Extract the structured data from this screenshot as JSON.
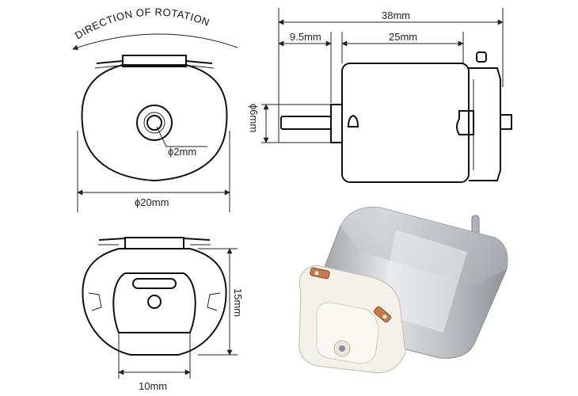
{
  "front_view": {
    "rotation_label": "DIRECTION OF ROTATION",
    "shaft_dia": "ϕ2mm",
    "body_dia": "ϕ20mm"
  },
  "side_view": {
    "overall_length": "38mm",
    "shaft_length": "9.5mm",
    "body_length": "25mm",
    "boss_dia": "ϕ6mm"
  },
  "rear_view": {
    "height": "15mm",
    "width": "10mm"
  },
  "photo": {
    "subject": "DC motor"
  },
  "colors": {
    "line": "#111111",
    "metal": "#c9cccf",
    "plastic": "#f4f1ea",
    "copper": "#c8794a"
  }
}
